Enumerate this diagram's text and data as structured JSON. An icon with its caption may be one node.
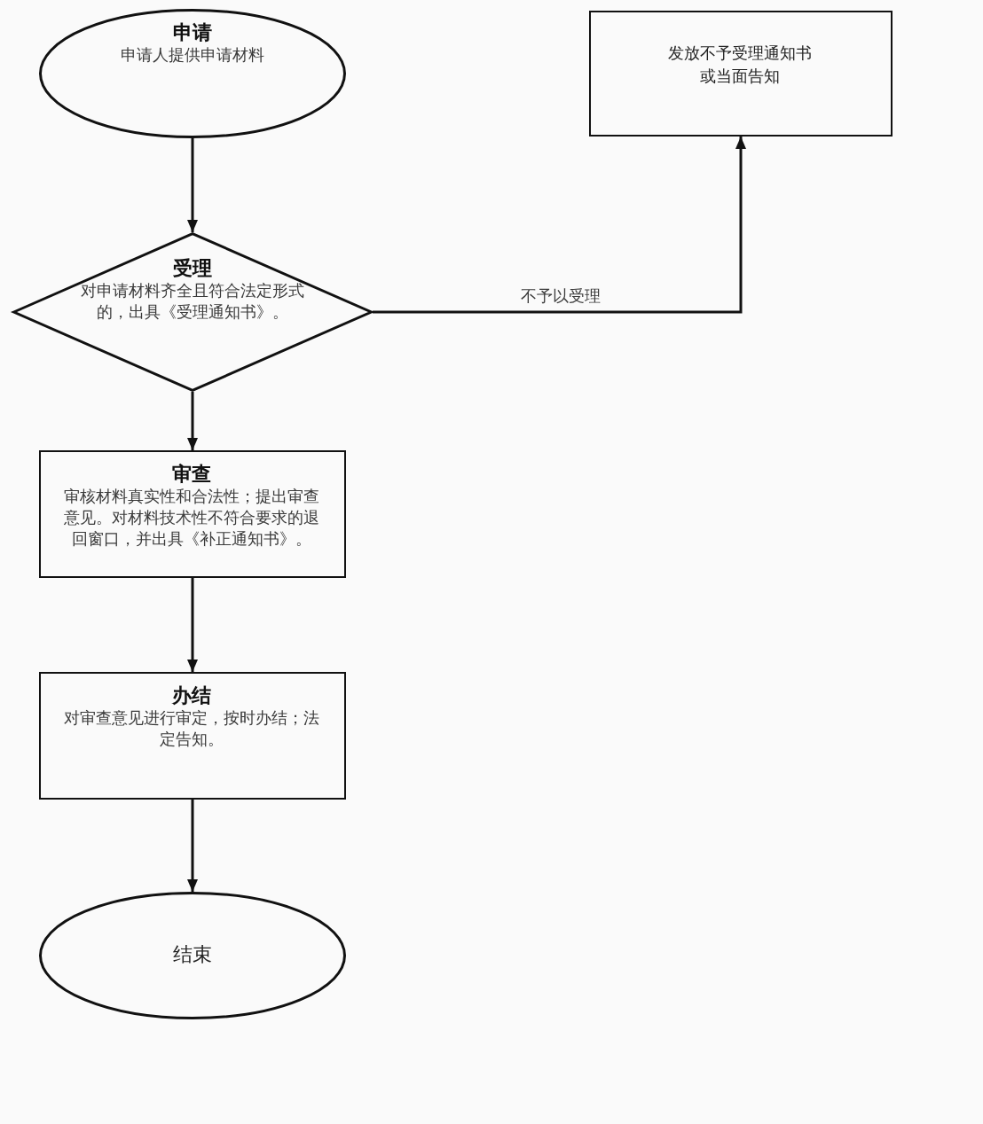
{
  "diagram": {
    "nodes": [
      {
        "text": [
          "申请",
          "申请人提供申请材料"
        ]
      },
      {
        "text": [
          "发放不予受理通知书或当面告知"
        ]
      },
      {
        "text": [
          "受理",
          "对申请材料齐全且符合法定形式的，出具《受理通知书》。"
        ]
      },
      {
        "text": [
          "审查",
          "审核材料真实性和合法性；提出审查意见。对材料技术性不符合要求的退回窗口，并出具《补正通知书》。"
        ]
      },
      {
        "text": [
          "办结",
          "对审查意见进行审定，按时办结；法定告知。"
        ]
      },
      {
        "text": [
          "结束"
        ]
      }
    ],
    "edges": [
      {
        "from": 0,
        "to": 2,
        "arrow": "to"
      },
      {
        "from": 2,
        "to": 1,
        "arrow": "to",
        "label": "不予以受理"
      },
      {
        "from": 2,
        "to": 3,
        "arrow": "to"
      },
      {
        "from": 3,
        "to": 4,
        "arrow": "to"
      },
      {
        "from": 4,
        "to": 5,
        "arrow": "to"
      }
    ]
  }
}
